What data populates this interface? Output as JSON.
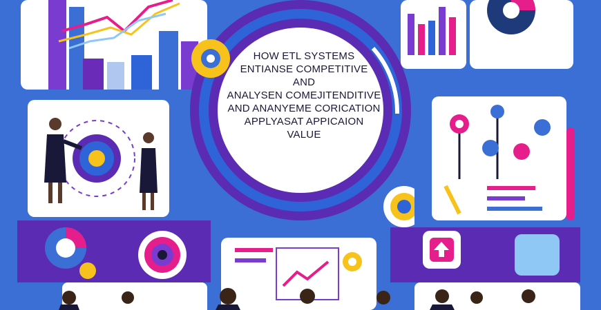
{
  "headline": {
    "line1": "HOW ETL SYSTEMS",
    "line2": "ENTIANSE COMPETITIVE",
    "line3": "AND",
    "line4": "ANALYSEN COMEJITENDITIVE",
    "line5": "AND ANANYEME CORICATION",
    "line6": "APPLYASAT APPICAION",
    "line7": "VALUE"
  },
  "colors": {
    "background": "#3b6fd6",
    "purple": "#5b2bb3",
    "magenta": "#e61e8c",
    "yellow": "#f7c21b",
    "sky": "#8fc7f5",
    "navy": "#1a1838"
  },
  "icons": [
    "bar-chart-icon",
    "pie-chart-icon",
    "gear-icon",
    "flower-chart-icon",
    "target-icon",
    "person-icon"
  ]
}
